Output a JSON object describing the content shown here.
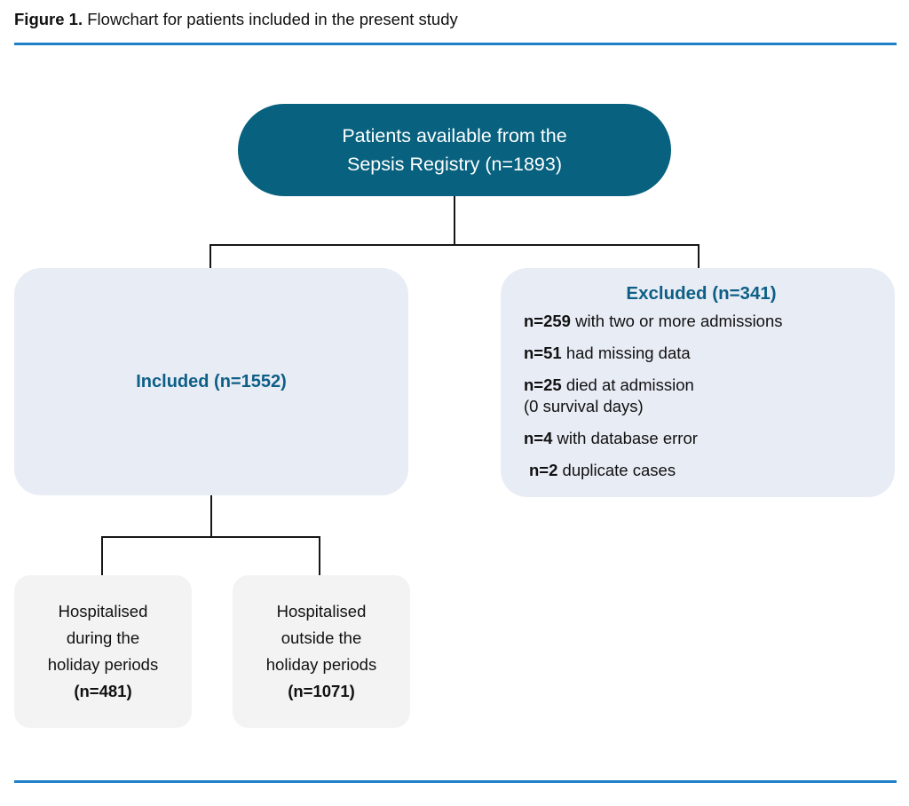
{
  "caption": {
    "label": "Figure 1.",
    "text": " Flowchart for patients included in the present study"
  },
  "colors": {
    "rule": "#2080c8",
    "root_box_fill": "#07617f",
    "root_box_text": "#ffffff",
    "light_box_fill": "#e8ecf5",
    "teal_text": "#0d5f86",
    "gray_box_fill": "#f3f3f3",
    "connector": "#161616"
  },
  "flowchart": {
    "root": {
      "line1": "Patients available from the",
      "line2": "Sepsis Registry (n=1893)",
      "total": 1893
    },
    "included": {
      "headline": "Included (n=1552)",
      "count": 1552
    },
    "excluded": {
      "headline": "Excluded (n=341)",
      "count": 341,
      "items": [
        {
          "n": "n=259",
          "reason": " with two or more admissions",
          "sub": ""
        },
        {
          "n": "n=51",
          "reason": " had missing data",
          "sub": ""
        },
        {
          "n": "n=25",
          "reason": " died at admission",
          "sub": "(0 survival days)"
        },
        {
          "n": "n=4",
          "reason": " with database error",
          "sub": ""
        },
        {
          "n": "n=2",
          "reason": " duplicate cases",
          "sub": ""
        }
      ]
    },
    "leaves": [
      {
        "line1": "Hospitalised",
        "line2": "during the",
        "line3": "holiday periods",
        "count_label": "(n=481)",
        "count": 481
      },
      {
        "line1": "Hospitalised",
        "line2": "outside the",
        "line3": "holiday periods",
        "count_label": "(n=1071)",
        "count": 1071
      }
    ]
  }
}
